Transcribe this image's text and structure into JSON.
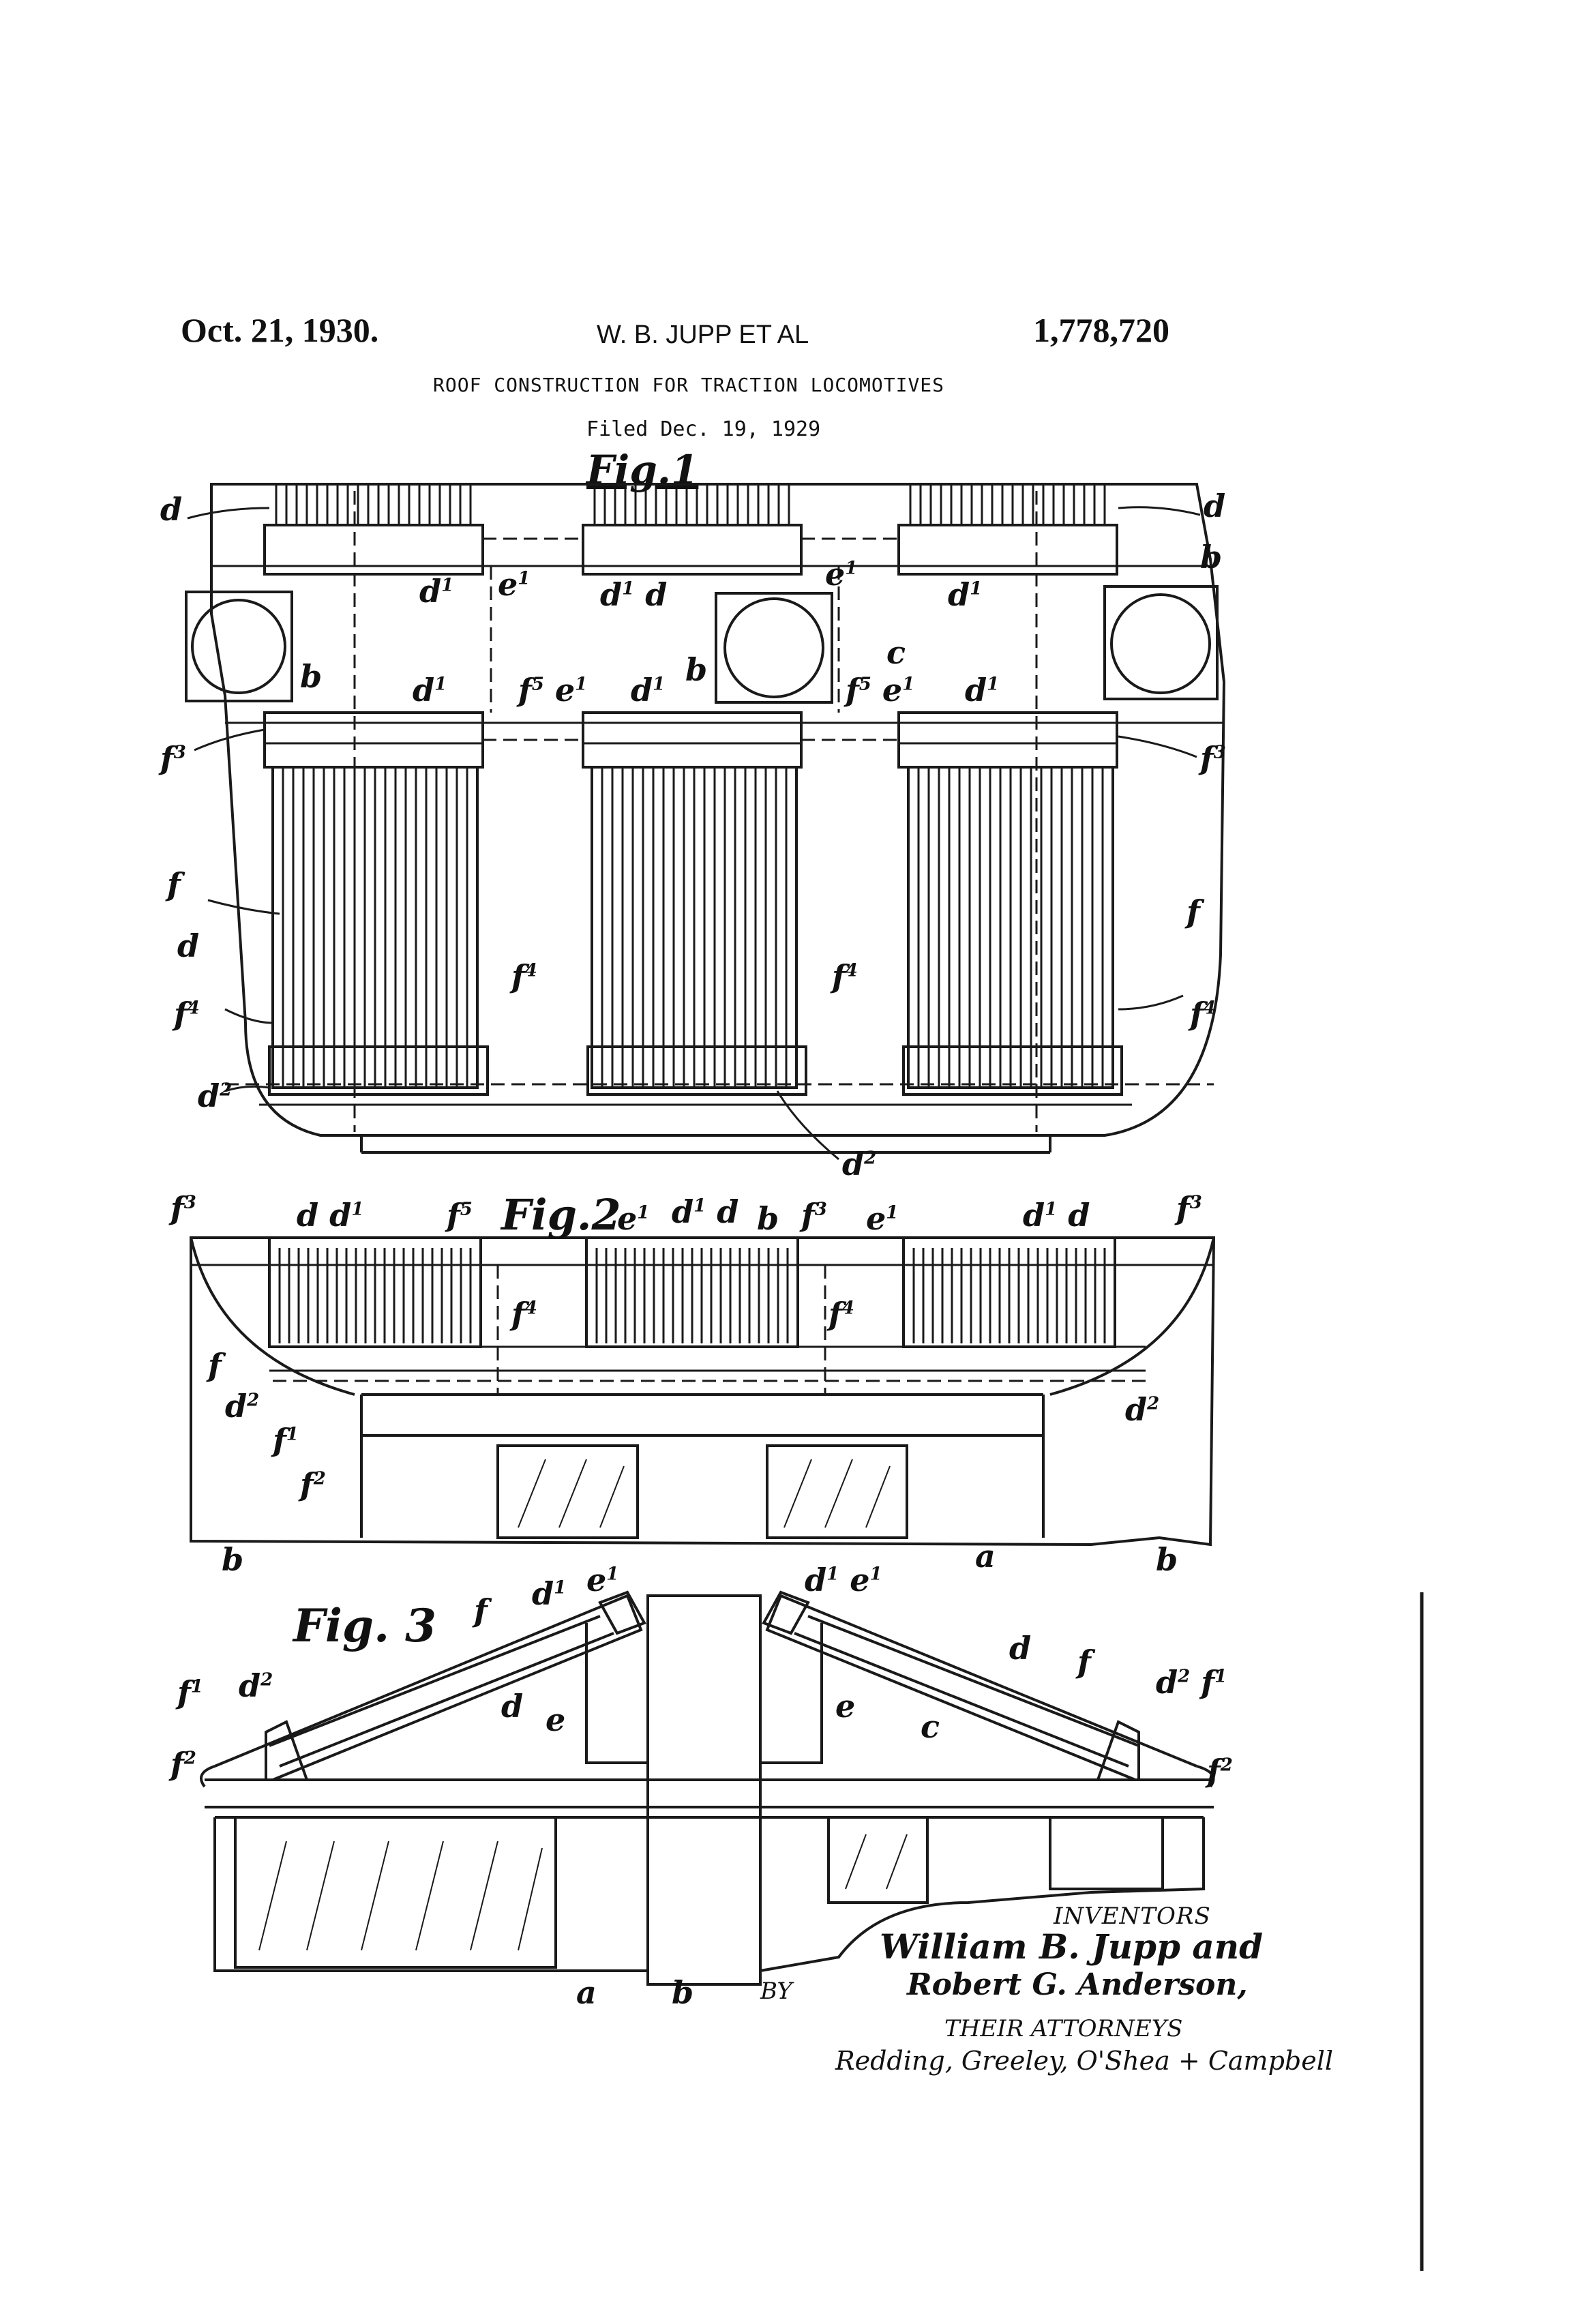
{
  "header": {
    "date": "Oct. 21, 1930.",
    "inventor_short": "W. B. JUPP ET AL",
    "patent_number": "1,778,720",
    "title": "ROOF CONSTRUCTION FOR TRACTION LOCOMOTIVES",
    "filed": "Filed Dec. 19, 1929"
  },
  "figures": {
    "fig1": "Fig.1",
    "fig2": "Fig.2",
    "fig3": "Fig. 3"
  },
  "signature": {
    "inventors_label": "INVENTORS",
    "inventor_1": "William B. Jupp  and",
    "inventor_2": "Robert G. Anderson,",
    "by_label": "BY",
    "attorneys_label": "THEIR  ATTORNEYS",
    "attorney_signature": "Redding, Greeley, O'Shea + Campbell"
  }
}
